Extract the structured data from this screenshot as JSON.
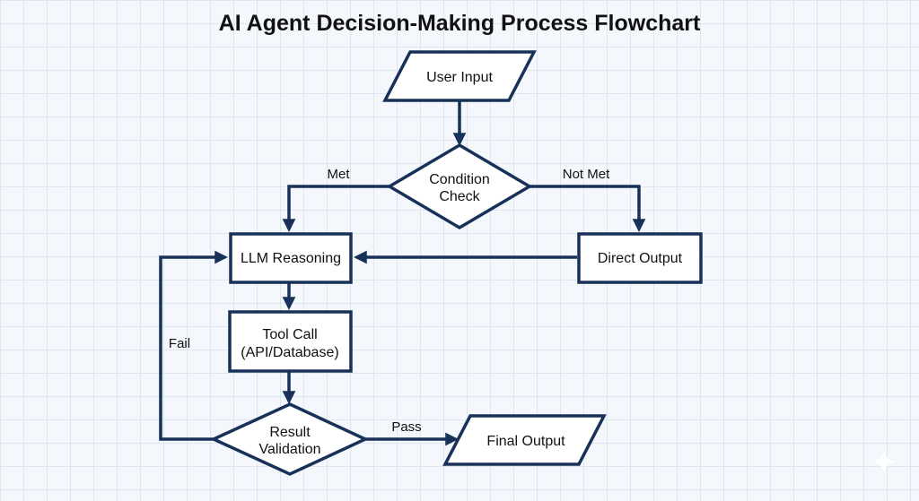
{
  "title": "AI Agent Decision-Making Process Flowchart",
  "nodes": {
    "user_input": "User Input",
    "condition_check_line1": "Condition",
    "condition_check_line2": "Check",
    "llm_reasoning": "LLM Reasoning",
    "direct_output": "Direct Output",
    "tool_call_line1": "Tool Call",
    "tool_call_line2": "(API/Database)",
    "result_validation_line1": "Result",
    "result_validation_line2": "Validation",
    "final_output": "Final Output"
  },
  "edges": {
    "met": "Met",
    "not_met": "Not Met",
    "fail": "Fail",
    "pass": "Pass"
  },
  "colors": {
    "stroke": "#173158",
    "fill": "#ffffff",
    "background": "#f4f7fb",
    "grid": "#dfe6ef"
  }
}
